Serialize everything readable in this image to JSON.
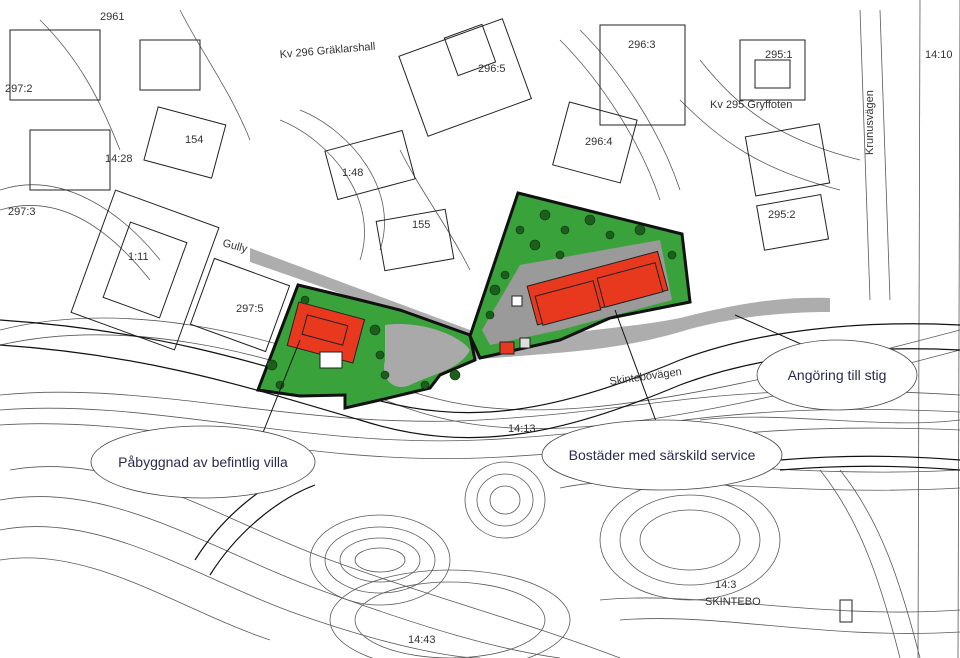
{
  "callouts": {
    "villa": "Påbyggnad av befintlig villa",
    "service": "Bostäder med särskild service",
    "path": "Angöring till stig"
  },
  "labels": {
    "block_296": "Kv 296 Gräklarshall",
    "block_295": "Kv 295 Gryffoten",
    "road_main": "Skintebovägen",
    "road_side": "Krunusvägen",
    "place": "SKINTEBO",
    "road_gully": "Gully",
    "lot_2961": "2961",
    "lot_2965": "296:5",
    "lot_2963": "296:3",
    "lot_2964": "296:4",
    "lot_2951": "295:1",
    "lot_2952": "295:2",
    "lot_1410": "14:10",
    "lot_2972": "297:2",
    "lot_2973": "297:3",
    "lot_111": "1:11",
    "lot_2975": "297:5",
    "lot_154": "154",
    "lot_148": "1:48",
    "lot_155": "155",
    "lot_1428": "14:28",
    "lot_1413": "14:13",
    "lot_143": "14:3",
    "lot_1443": "14:43"
  },
  "colors": {
    "plan_area": "#3aa23a",
    "building": "#e8381e",
    "road": "#a9a9a9",
    "outline": "#111111"
  }
}
